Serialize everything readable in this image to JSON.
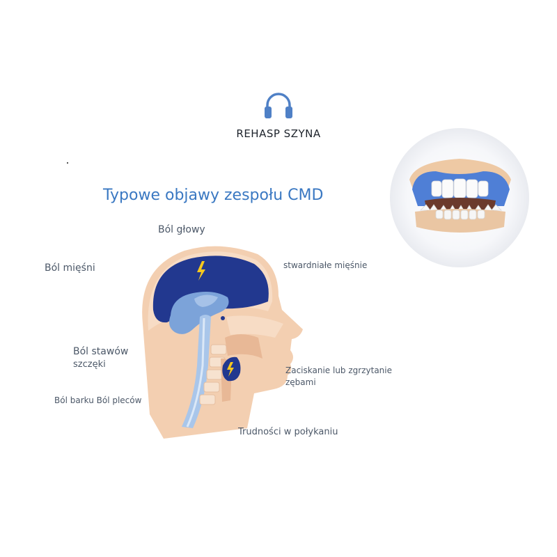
{
  "brand": {
    "name": "REHASP SZYNA",
    "icon": "headphones-icon"
  },
  "heading": "Typowe objawy zespołu CMD",
  "symptoms": {
    "headache": "Ból głowy",
    "muscle_pain": "Ból mięśni",
    "hardened_muscles": "stwardniałe mięśnie",
    "jaw_joint_pain_line1": "Ból stawów",
    "jaw_joint_pain_line2": "szczęki",
    "shoulder_back_pain": "Ból barku Ból pleców",
    "clenching_line1": "Zaciskanie lub zgrzytanie",
    "clenching_line2": "zębami",
    "swallowing": "Trudności w połykaniu"
  },
  "colors": {
    "accent_blue": "#3a78c2",
    "brain_navy": "#22388f",
    "skin": "#f3cfb1",
    "bolt_yellow": "#f7c81e"
  }
}
